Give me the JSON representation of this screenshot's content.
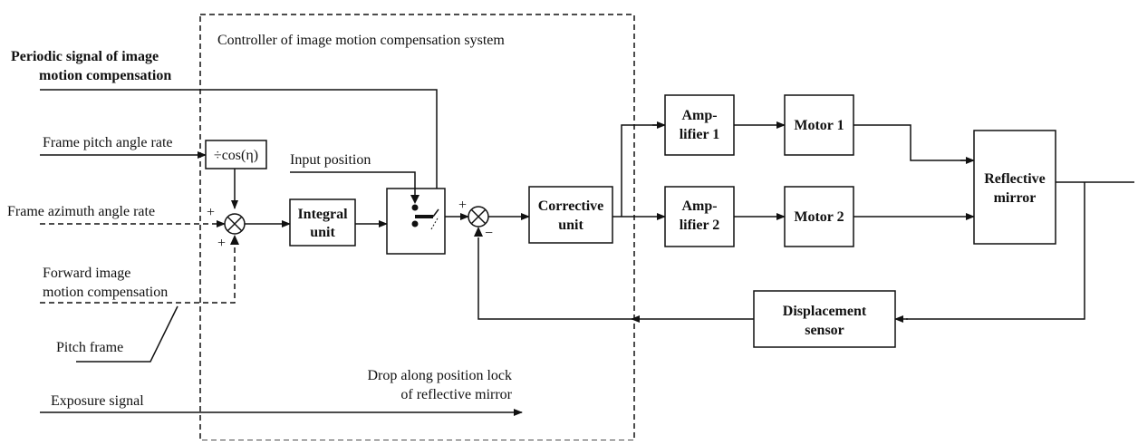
{
  "diagram": {
    "controller_title": "Controller of image motion compensation system",
    "inputs": {
      "periodic_line1": "Periodic signal of image",
      "periodic_line2": "motion compensation",
      "pitch_rate": "Frame pitch angle rate",
      "azimuth_rate": "Frame azimuth angle rate",
      "forward_line1": "Forward image",
      "forward_line2": "motion compensation",
      "pitch_frame": "Pitch frame",
      "exposure": "Exposure signal",
      "input_position": "Input position"
    },
    "blocks": {
      "cos_block": "÷cos(η)",
      "integral_line1": "Integral",
      "integral_line2": "unit",
      "corrective_line1": "Corrective",
      "corrective_line2": "unit",
      "amp1_line1": "Amp-",
      "amp1_line2": "lifier 1",
      "amp2_line1": "Amp-",
      "amp2_line2": "lifier 2",
      "motor1": "Motor 1",
      "motor2": "Motor 2",
      "mirror_line1": "Reflective",
      "mirror_line2": "mirror",
      "sensor_line1": "Displacement",
      "sensor_line2": "sensor"
    },
    "signs": {
      "sum1_left": "+",
      "sum1_bottom": "+",
      "sum2_left": "+",
      "sum2_bottom": "−"
    },
    "annotations": {
      "drop_line1": "Drop along position lock",
      "drop_line2": "of reflective mirror"
    }
  }
}
